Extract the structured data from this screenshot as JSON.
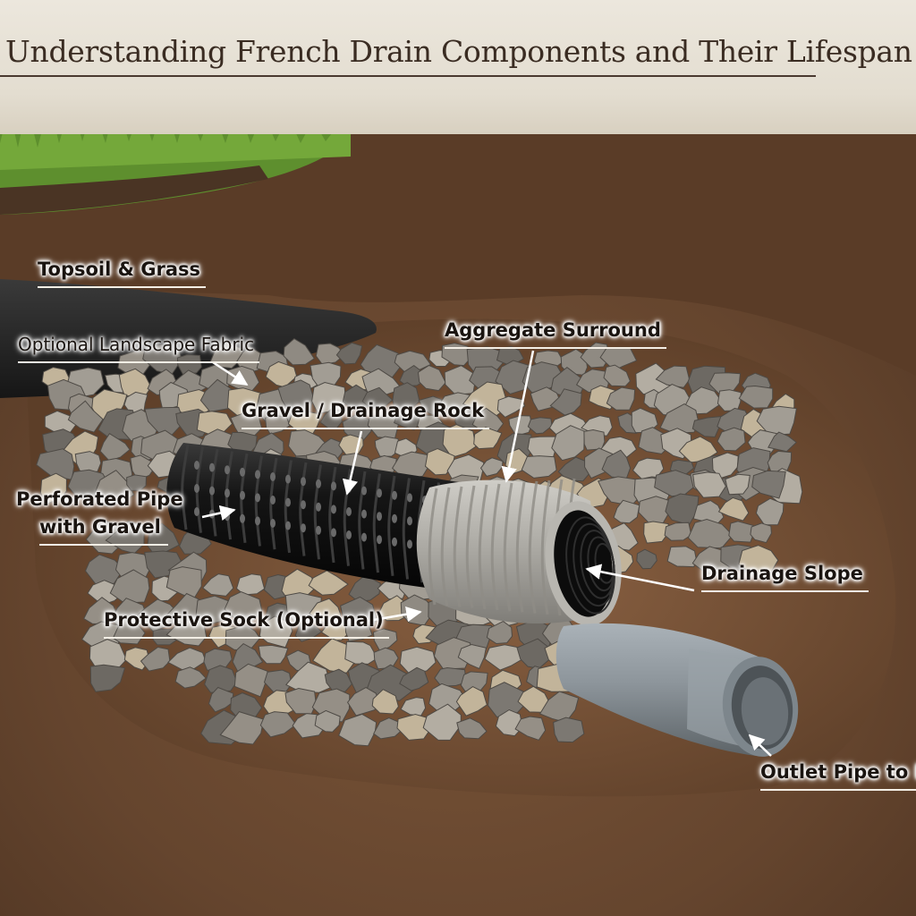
{
  "title": "Understanding French Drain Components and Their Lifespan",
  "labels": {
    "topsoil": "Topsoil & Grass",
    "fabric": "Optional Landscape Fabric",
    "aggregate": "Aggregate Surround",
    "gravel_rock": "Gravel / Drainage Rock",
    "perforated_line1": "Perforated Pipe",
    "perforated_line2": "with Gravel",
    "slope": "Drainage Slope",
    "sock": "Protective Sock (Optional)",
    "outlet": "Outlet Pipe to Dr"
  },
  "colors": {
    "soil": "#6b4a33",
    "grass": "#5e8f2e",
    "fabric": "#2a2a2a",
    "pipe": "#1b1b1b",
    "sock": "#a9a7a1",
    "outlet": "#8d959b",
    "rock": "#9a958c"
  }
}
